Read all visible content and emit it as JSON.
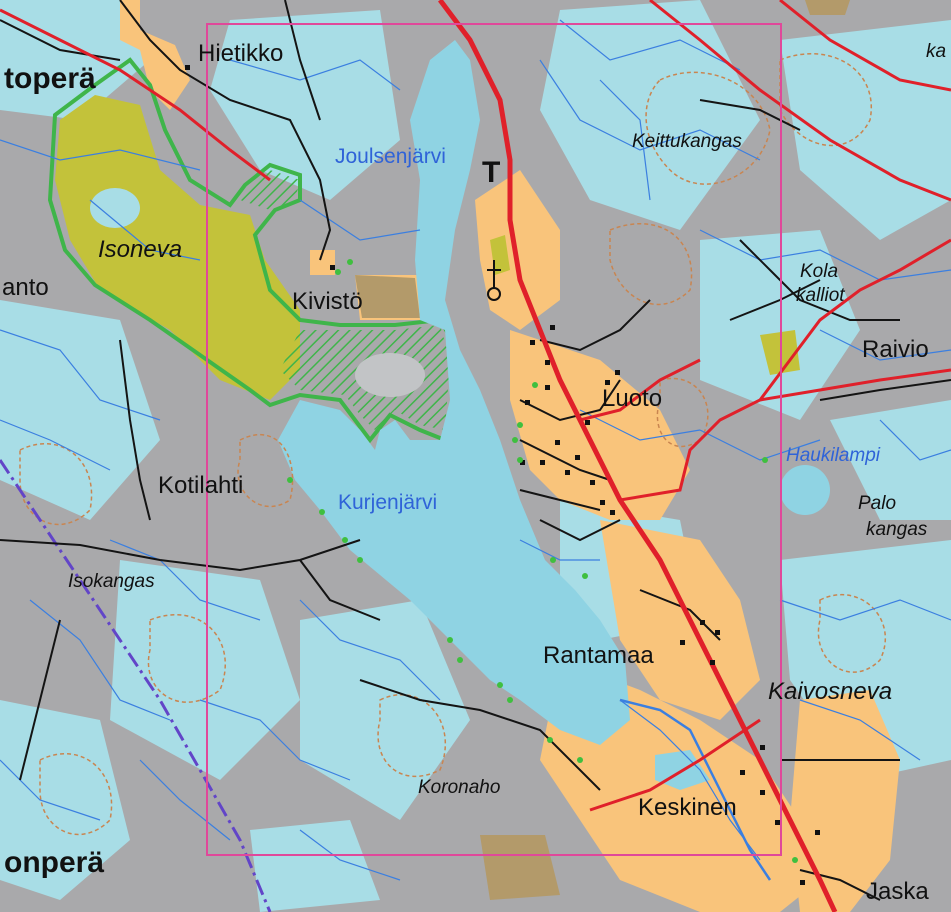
{
  "map": {
    "colors": {
      "land": "#a9a9ab",
      "lake": "#8fd3e3",
      "wetland": "#a8dde6",
      "settlement": "#f9c47b",
      "mire": "#c3c23a",
      "protected_area": "#3fb54a",
      "main_road": "#e0202a",
      "minor_road": "#141414",
      "stream": "#3b7fe0",
      "contour": "#c98550",
      "boundary": "#6245c8",
      "study_frame": "#e0489a"
    },
    "labels": {
      "hietikko": "Hietikko",
      "toepera": "toperä",
      "isoneva": "Isoneva",
      "anto": "anto",
      "kivisto": "Kivistö",
      "joulsenjarvi": "Joulsenjärvi",
      "keittukangas": "Keittukangas",
      "kolakalliot_1": "Kola",
      "kolakalliot_2": "kalliot",
      "raivio": "Raivio",
      "luoto": "Luoto",
      "haukilampi": "Haukilampi",
      "palokangas_1": "Palo",
      "palokangas_2": "kangas",
      "kotilahti": "Kotilahti",
      "kurjenjarvi": "Kurjenjärvi",
      "isokangas": "Isokangas",
      "rantamaa": "Rantamaa",
      "kaivosneva": "Kaivosneva",
      "koronaho": "Koronaho",
      "keskinen": "Keskinen",
      "onpera": "onperä",
      "jaska": "Jaska",
      "ka": "ka",
      "tower_symbol": "T"
    }
  }
}
